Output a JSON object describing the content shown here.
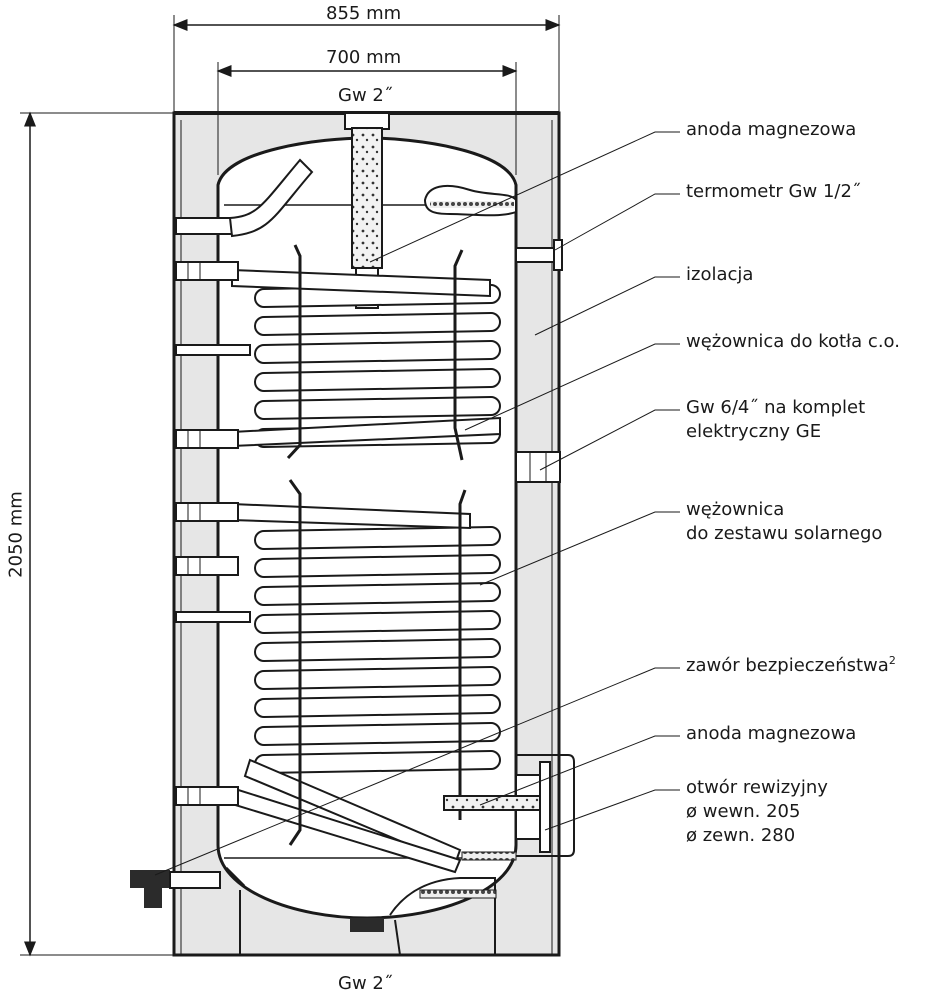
{
  "dimensions": {
    "total_width": "855 mm",
    "inner_width": "700 mm",
    "height": "2050 mm",
    "top_connection": "Gw 2˝",
    "bottom_connection": "Gw 2˝"
  },
  "callouts": [
    {
      "id": "anode-top",
      "lines": [
        "anoda magnezowa"
      ]
    },
    {
      "id": "thermometer",
      "lines": [
        "termometr Gw 1/2˝"
      ]
    },
    {
      "id": "insulation",
      "lines": [
        "izolacja"
      ]
    },
    {
      "id": "boiler-coil",
      "lines": [
        "wężownica do kotła c.o."
      ]
    },
    {
      "id": "heater-port",
      "lines": [
        "Gw 6/4˝ na komplet",
        "elektryczny GE"
      ]
    },
    {
      "id": "solar-coil",
      "lines": [
        "wężownica",
        "do zestawu solarnego"
      ]
    },
    {
      "id": "safety-valve",
      "lines": [
        "zawór bezpieczeństwa"
      ],
      "superscript": "2"
    },
    {
      "id": "anode-bottom",
      "lines": [
        "anoda magnezowa"
      ]
    },
    {
      "id": "inspection-opening",
      "lines": [
        "otwór rewizyjny",
        "ø wewn. 205",
        "ø zewn. 280"
      ]
    }
  ],
  "colors": {
    "insulation": "#e6e6e6",
    "lines": "#1a1a1a",
    "tank": "#ffffff",
    "fitting": "#2b2b2b"
  }
}
